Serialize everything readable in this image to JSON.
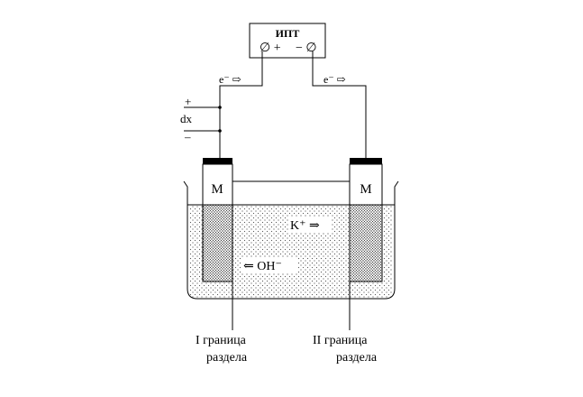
{
  "power_supply": {
    "label": "ИПТ",
    "terminal_left": "∅ +",
    "terminal_right": "− ∅"
  },
  "electron_flow": {
    "left": "e⁻ ⇨",
    "right": "e⁻ ⇨"
  },
  "dx_scale": {
    "plus": "+",
    "label": "dx",
    "minus": "–"
  },
  "electrodes": {
    "left_label": "M",
    "right_label": "M"
  },
  "ions": {
    "cation": "K⁺ ⇒",
    "anion": "⇐ OH⁻"
  },
  "boundaries": {
    "first_line1": "I граница",
    "first_line2": "раздела",
    "second_line1": "II граница",
    "second_line2": "раздела"
  }
}
